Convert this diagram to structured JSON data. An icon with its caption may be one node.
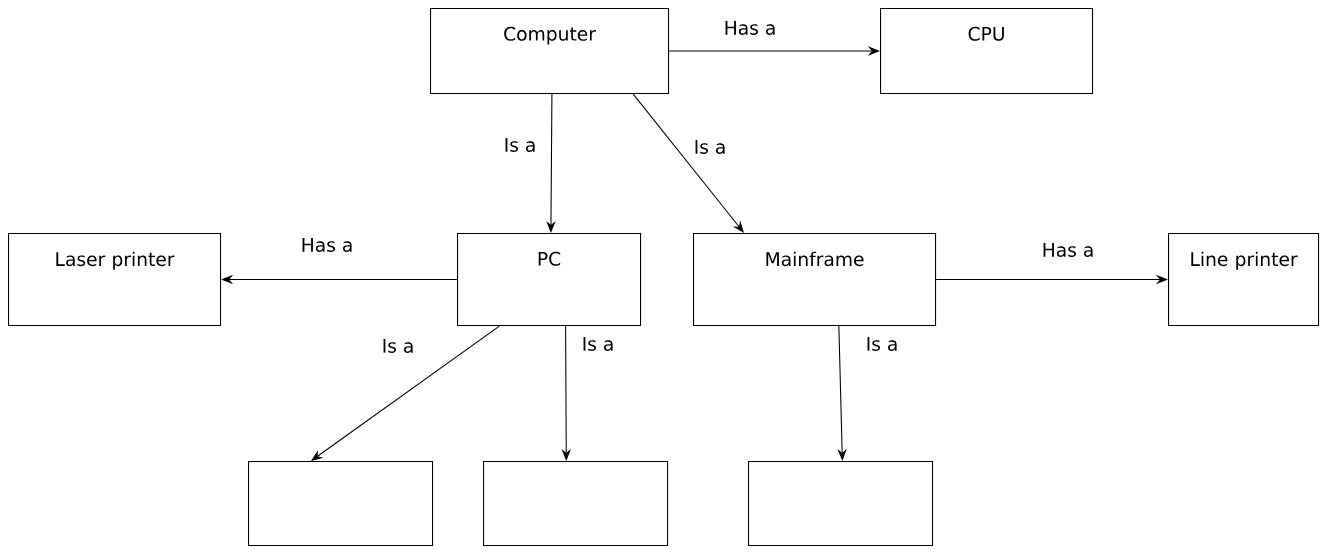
{
  "diagram": {
    "nodes": [
      {
        "text": [
          "Computer"
        ]
      },
      {
        "text": [
          "CPU"
        ]
      },
      {
        "text": [
          "Laser printer"
        ]
      },
      {
        "text": [
          "PC"
        ]
      },
      {
        "text": [
          "Mainframe"
        ]
      },
      {
        "text": [
          "Line printer"
        ]
      },
      {
        "text": [],
        "shape": "box"
      },
      {
        "text": [],
        "shape": "box"
      },
      {
        "text": [],
        "shape": "box"
      }
    ],
    "edges": [
      {
        "from": 0,
        "to": 1,
        "arrow": "to",
        "label": "Has a"
      },
      {
        "from": 0,
        "to": 3,
        "arrow": "to",
        "label": "Is a"
      },
      {
        "from": 0,
        "to": 4,
        "arrow": "to",
        "label": "Is a"
      },
      {
        "from": 3,
        "to": 2,
        "arrow": "to",
        "label": "Has a"
      },
      {
        "from": 4,
        "to": 5,
        "arrow": "to",
        "label": "Has a"
      },
      {
        "from": 3,
        "to": 6,
        "arrow": "to",
        "label": "Is a"
      },
      {
        "from": 3,
        "to": 7,
        "arrow": "to",
        "label": "Is a"
      },
      {
        "from": 4,
        "to": 8,
        "arrow": "to",
        "label": "Is a"
      }
    ]
  }
}
